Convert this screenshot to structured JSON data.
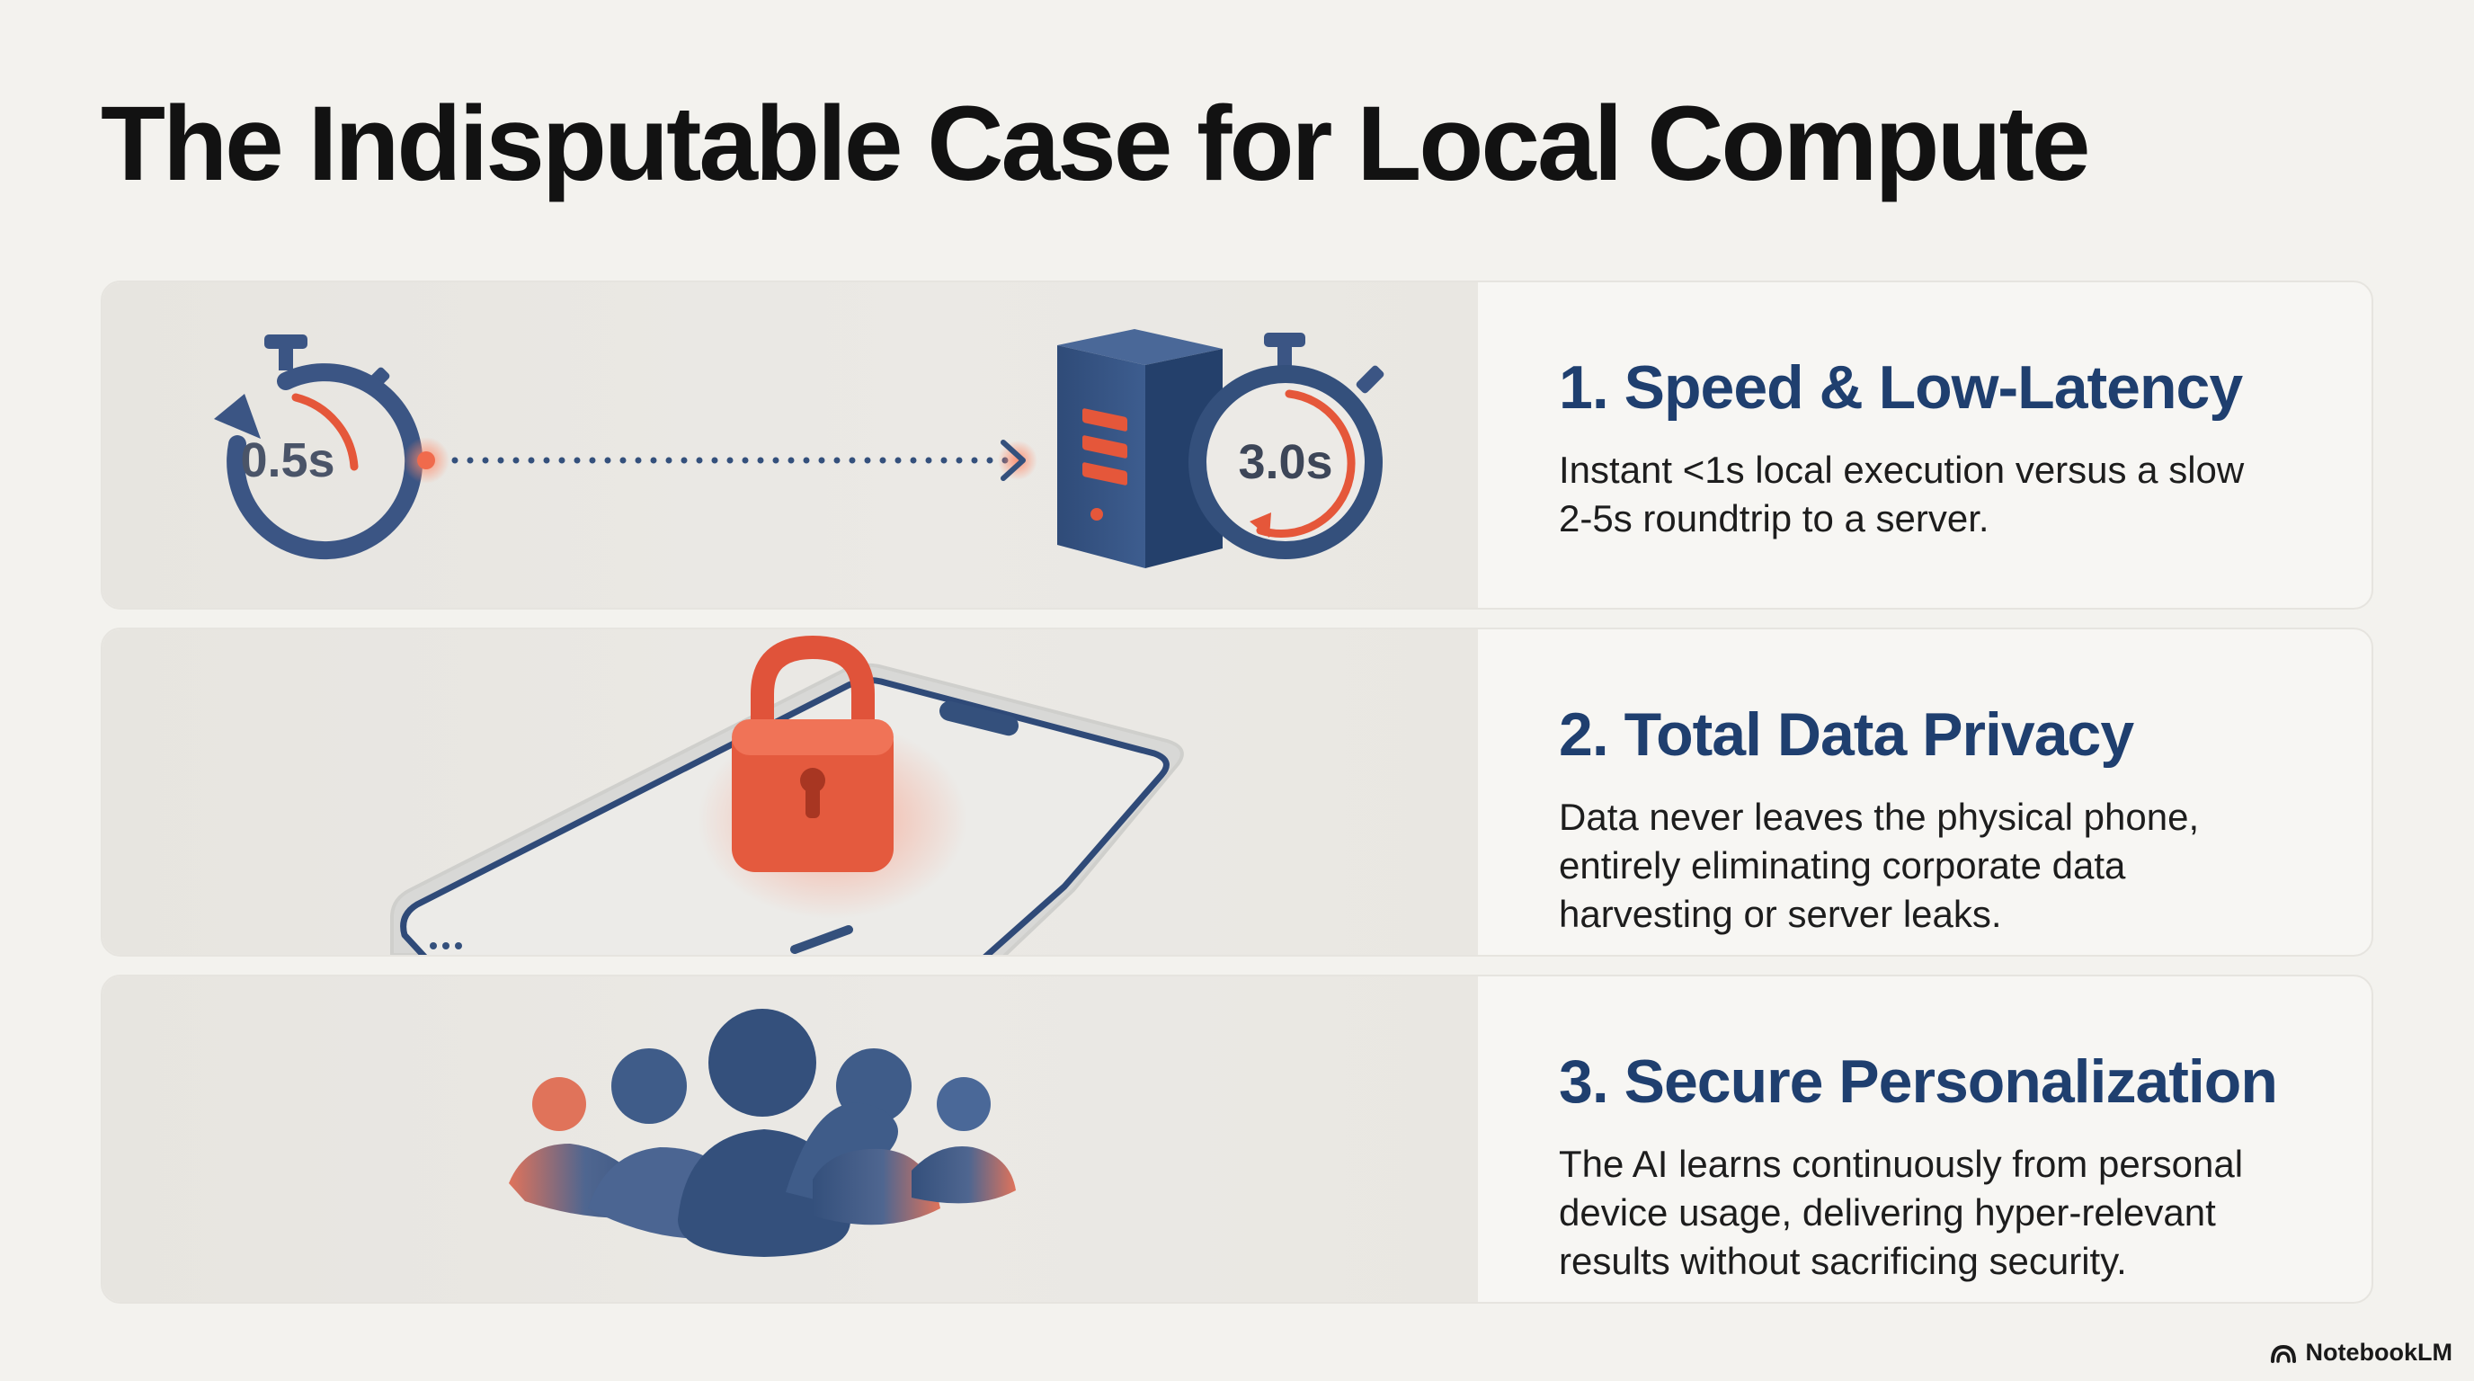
{
  "title": "The Indisputable Case for Local Compute",
  "cards": [
    {
      "heading": "1. Speed & Low-Latency",
      "body_lines": [
        "Instant <1s local execution versus a slow",
        "2-5s roundtrip to a server."
      ],
      "illustration": {
        "icons": [
          "stopwatch-icon",
          "server-icon",
          "stopwatch-icon"
        ],
        "local_time": "0.5s",
        "server_time": "3.0s"
      }
    },
    {
      "heading": "2. Total Data Privacy",
      "body_lines": [
        "Data never leaves the physical phone,",
        "entirely eliminating corporate data",
        "harvesting or server leaks."
      ],
      "illustration": {
        "icons": [
          "smartphone-icon",
          "padlock-icon"
        ]
      }
    },
    {
      "heading": "3. Secure Personalization",
      "body_lines": [
        "The AI learns continuously from personal",
        "device usage, delivering hyper-relevant",
        "results without sacrificing security."
      ],
      "illustration": {
        "icons": [
          "people-group-icon"
        ]
      }
    }
  ],
  "brand": {
    "label": "NotebookLM",
    "icon": "notebooklm-logo-icon"
  },
  "colors": {
    "heading": "#1f3f6f",
    "accent": "#e5573a",
    "navy": "#34507c",
    "background": "#f3f2ee"
  }
}
